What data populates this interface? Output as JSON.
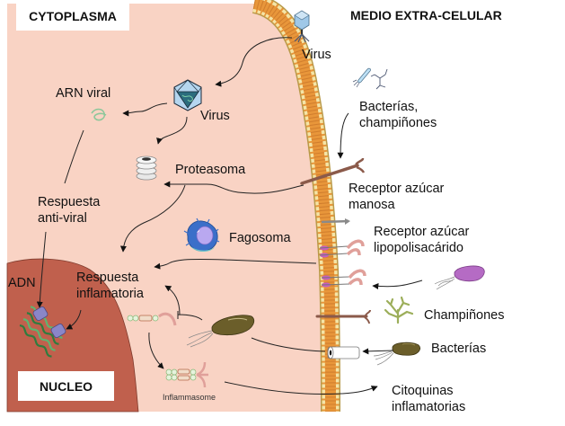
{
  "regions": {
    "cytoplasm": "CYTOPLASMA",
    "extracellular": "MEDIO EXTRA-CELULAR",
    "nucleus": "NUCLEO"
  },
  "labels": {
    "virus_outside": "Virus",
    "virus_inside": "Virus",
    "arn_viral": "ARN viral",
    "bacterias_champinones_1": "Bacterías,",
    "bacterias_champinones_2": "champiñones",
    "proteasoma": "Proteasoma",
    "receptor_manosa_1": "Receptor azúcar",
    "receptor_manosa_2": "manosa",
    "respuesta_antiviral_1": "Respuesta",
    "respuesta_antiviral_2": "anti-viral",
    "receptor_lps_1": "Receptor azúcar",
    "receptor_lps_2": "lipopolisacárido",
    "fagosoma": "Fagosoma",
    "adn": "ADN",
    "respuesta_inflamatoria_1": "Respuesta",
    "respuesta_inflamatoria_2": "inflamatoria",
    "champinones": "Champiñones",
    "bacterias": "Bacterías",
    "inflammasome": "Inflammasome",
    "citoquinas_1": "Citoquinas",
    "citoquinas_2": "inflamatorias"
  },
  "colors": {
    "cytoplasm": "#f9d3c4",
    "nucleus": "#c0604d",
    "membrane_tail": "#e8963a",
    "membrane_head": "#f3e7a8",
    "background": "#ffffff"
  }
}
